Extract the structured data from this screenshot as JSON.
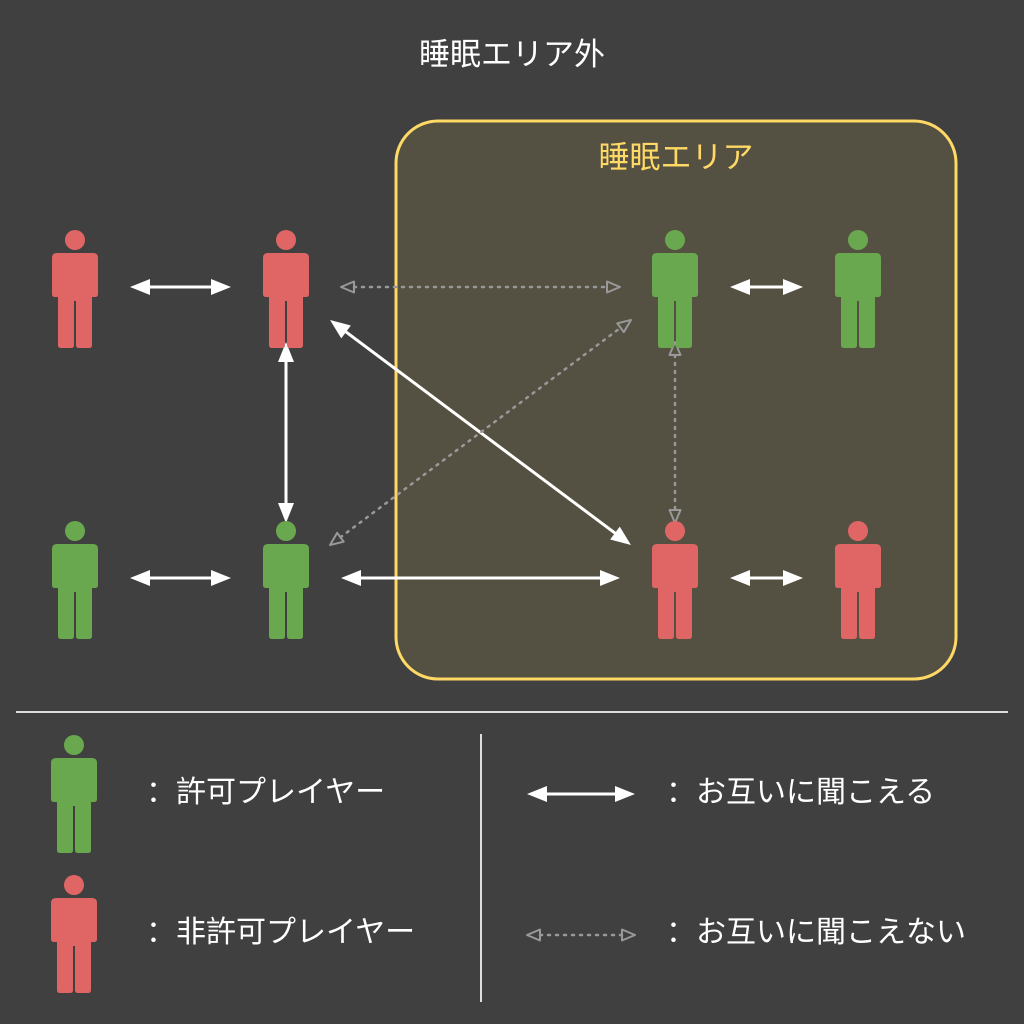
{
  "outside_area_label": "睡眠エリア外",
  "sleep_area_label": "睡眠エリア",
  "colors": {
    "background": "#404040",
    "allowed": "#6aa84f",
    "not_allowed": "#e06666",
    "area_border": "#ffd966",
    "area_fill": "#545042",
    "can_hear": "#ffffff",
    "cannot_hear": "#999999"
  },
  "players": [
    {
      "id": "p1",
      "type": "not_allowed",
      "zone": "outside"
    },
    {
      "id": "p2",
      "type": "not_allowed",
      "zone": "outside"
    },
    {
      "id": "p3",
      "type": "allowed",
      "zone": "outside"
    },
    {
      "id": "p4",
      "type": "allowed",
      "zone": "outside"
    },
    {
      "id": "p5",
      "type": "allowed",
      "zone": "sleep"
    },
    {
      "id": "p6",
      "type": "allowed",
      "zone": "sleep"
    },
    {
      "id": "p7",
      "type": "not_allowed",
      "zone": "sleep"
    },
    {
      "id": "p8",
      "type": "not_allowed",
      "zone": "sleep"
    }
  ],
  "links": [
    {
      "from": "p1",
      "to": "p2",
      "kind": "can_hear"
    },
    {
      "from": "p2",
      "to": "p5",
      "kind": "cannot_hear"
    },
    {
      "from": "p5",
      "to": "p6",
      "kind": "can_hear"
    },
    {
      "from": "p2",
      "to": "p4",
      "kind": "can_hear"
    },
    {
      "from": "p2",
      "to": "p7",
      "kind": "can_hear"
    },
    {
      "from": "p4",
      "to": "p5",
      "kind": "cannot_hear"
    },
    {
      "from": "p5",
      "to": "p7",
      "kind": "cannot_hear"
    },
    {
      "from": "p3",
      "to": "p4",
      "kind": "can_hear"
    },
    {
      "from": "p4",
      "to": "p7",
      "kind": "can_hear"
    },
    {
      "from": "p7",
      "to": "p8",
      "kind": "can_hear"
    }
  ],
  "legend": {
    "allowed_player": "：許可プレイヤー",
    "not_allowed_player": "：非許可プレイヤー",
    "can_hear": "：お互いに聞こえる",
    "cannot_hear": "：お互いに聞こえない"
  }
}
